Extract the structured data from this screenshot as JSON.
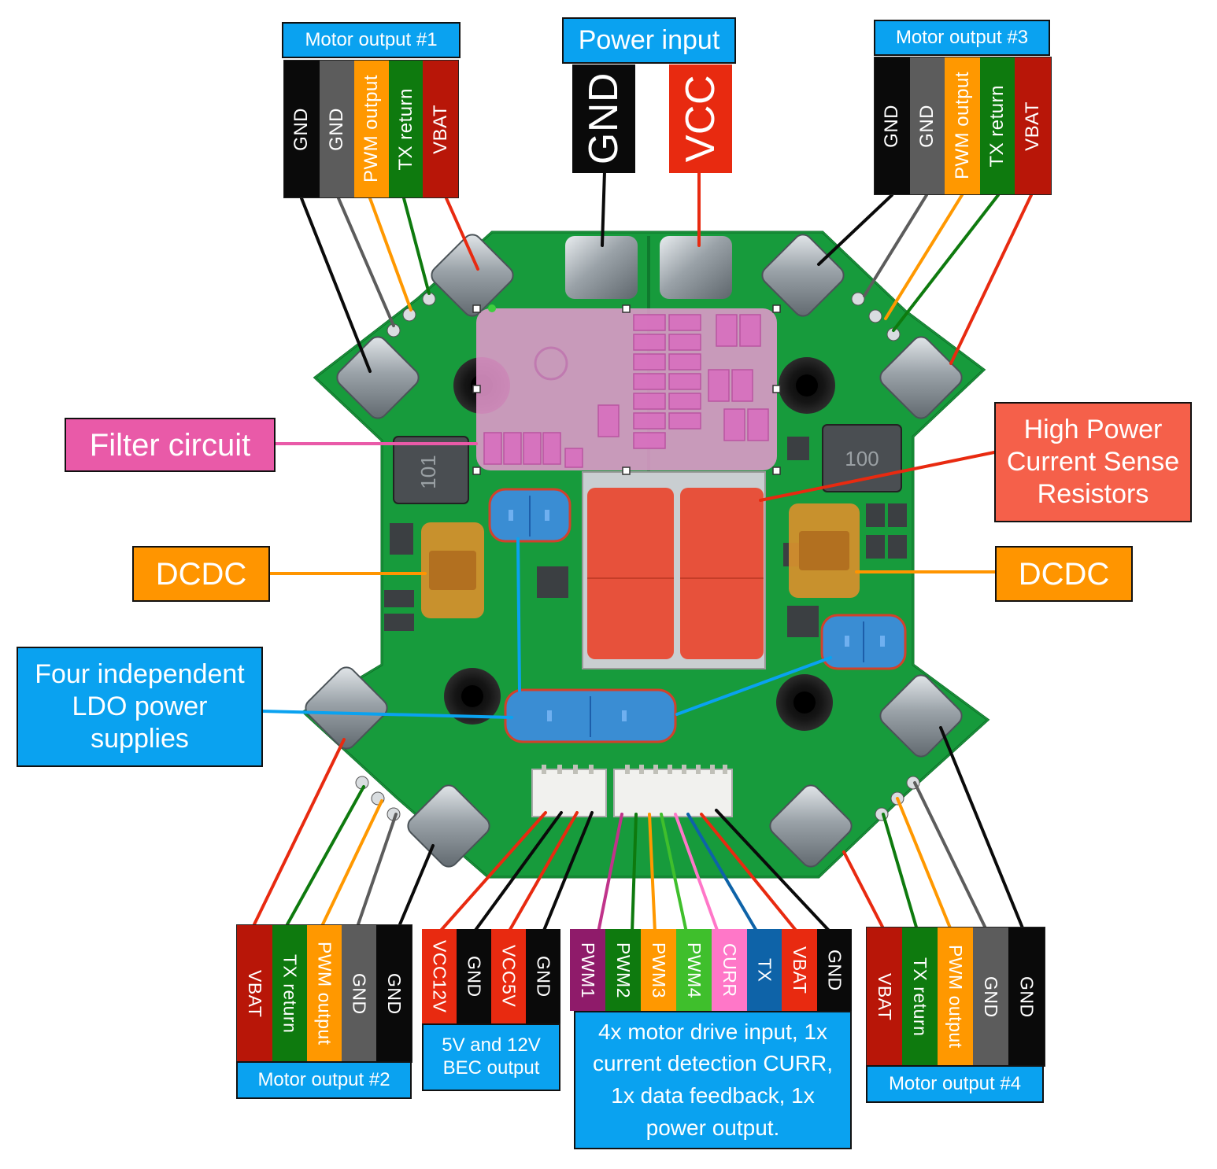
{
  "colors": {
    "black": "#0a0a0a",
    "gray": "#5c5c5c",
    "orange": "#ff9800",
    "green": "#0e7a0e",
    "darkred": "#b81608",
    "red": "#e82a10",
    "purple": "#8f1b6a",
    "lightgreen": "#3fbf2c",
    "pink": "#ff77c8",
    "navy": "#0e63a8",
    "labelBlue": "#0aa2f0",
    "filterPink": "#e95aa8",
    "sensePink": "#f5604a",
    "dcdcOrange": "#ff9500",
    "board": "#179b3c"
  },
  "power_input": {
    "title": "Power input",
    "gnd": "GND",
    "vcc": "VCC"
  },
  "motor1": {
    "title": "Motor output #1",
    "pins": [
      "GND",
      "GND",
      "PWM output",
      "TX return",
      "VBAT"
    ]
  },
  "motor3": {
    "title": "Motor output #3",
    "pins": [
      "GND",
      "GND",
      "PWM output",
      "TX return",
      "VBAT"
    ]
  },
  "motor2": {
    "title": "Motor output #2",
    "pins": [
      "VBAT",
      "TX return",
      "PWM output",
      "GND",
      "GND"
    ]
  },
  "motor4": {
    "title": "Motor output #4",
    "pins": [
      "VBAT",
      "TX return",
      "PWM output",
      "GND",
      "GND"
    ]
  },
  "bec": {
    "pins": [
      "VCC12V",
      "GND",
      "VCC5V",
      "GND"
    ],
    "caption_line1": "5V and 12V",
    "caption_line2": "BEC output"
  },
  "signal": {
    "pins": [
      "PWM1",
      "PWM2",
      "PWM3",
      "PWM4",
      "CURR",
      "TX",
      "VBAT",
      "GND"
    ],
    "caption_line1": "4x motor drive input, 1x",
    "caption_line2": "current detection CURR,",
    "caption_line3": "1x data feedback, 1x",
    "caption_line4": "power output."
  },
  "callouts": {
    "filter": "Filter circuit",
    "sense_line1": "High Power",
    "sense_line2": "Current Sense",
    "sense_line3": "Resistors",
    "dcdc_left": "DCDC",
    "dcdc_right": "DCDC",
    "ldo_line1": "Four independent",
    "ldo_line2": "LDO power",
    "ldo_line3": "supplies"
  },
  "board_markings": {
    "inductor_left": "101",
    "inductor_right": "100"
  }
}
